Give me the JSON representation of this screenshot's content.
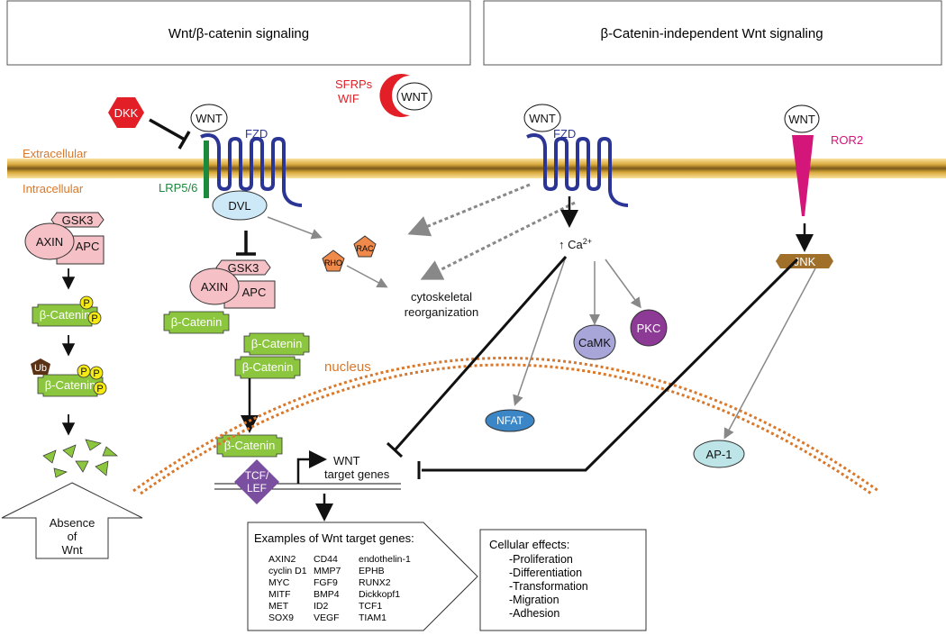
{
  "titles": {
    "left": "Wnt/β-catenin signaling",
    "right": "β-Catenin-independent Wnt signaling"
  },
  "labels": {
    "extracellular": "Extracellular",
    "intracellular": "Intracellular",
    "dkk": "DKK",
    "wnt": "WNT",
    "sfrps": "SFRPs",
    "wif": "WIF",
    "fzd": "FZD",
    "lrp": "LRP5/6",
    "dvl": "DVL",
    "gsk3": "GSK3",
    "axin": "AXIN",
    "apc": "APC",
    "bcat": "β-Catenin",
    "p": "P",
    "ub": "Ub",
    "rho": "RHO",
    "rac": "RAC",
    "cyto1": "cytoskeletal",
    "cyto2": "reorganization",
    "ca": "Ca",
    "ca_sup": "2+",
    "camk": "CaMK",
    "pkc": "PKC",
    "nfat": "NFAT",
    "ror2": "ROR2",
    "jnk": "JNK",
    "ap1": "AP-1",
    "nucleus": "nucleus",
    "tcf1": "TCF/",
    "tcf2": "LEF",
    "target1": "WNT",
    "target2": "target genes",
    "absence1": "Absence",
    "absence2": "of",
    "absence3": "Wnt"
  },
  "genes": {
    "title": "Examples of Wnt target genes:",
    "col1": [
      "AXIN2",
      "cyclin D1",
      "MYC",
      "MITF",
      "MET",
      "SOX9"
    ],
    "col2": [
      "CD44",
      "MMP7",
      "FGF9",
      "BMP4",
      "ID2",
      "VEGF"
    ],
    "col3": [
      "endothelin-1",
      "EPHB",
      "RUNX2",
      "Dickkopf1",
      "TCF1",
      "TIAM1"
    ]
  },
  "effects": {
    "title": "Cellular effects:",
    "items": [
      "-Proliferation",
      "-Differentiation",
      "-Transformation",
      "-Migration",
      "-Adhesion"
    ]
  },
  "colors": {
    "membrane": "#d9a93c",
    "fzd": "#2b3595",
    "lrp": "#1b8a3c",
    "bcat": "#8cc63f",
    "gsk": "#f6c1c6",
    "dkk": "#e21e26",
    "nucleus": "#d9782a",
    "ror2": "#d4157a"
  }
}
